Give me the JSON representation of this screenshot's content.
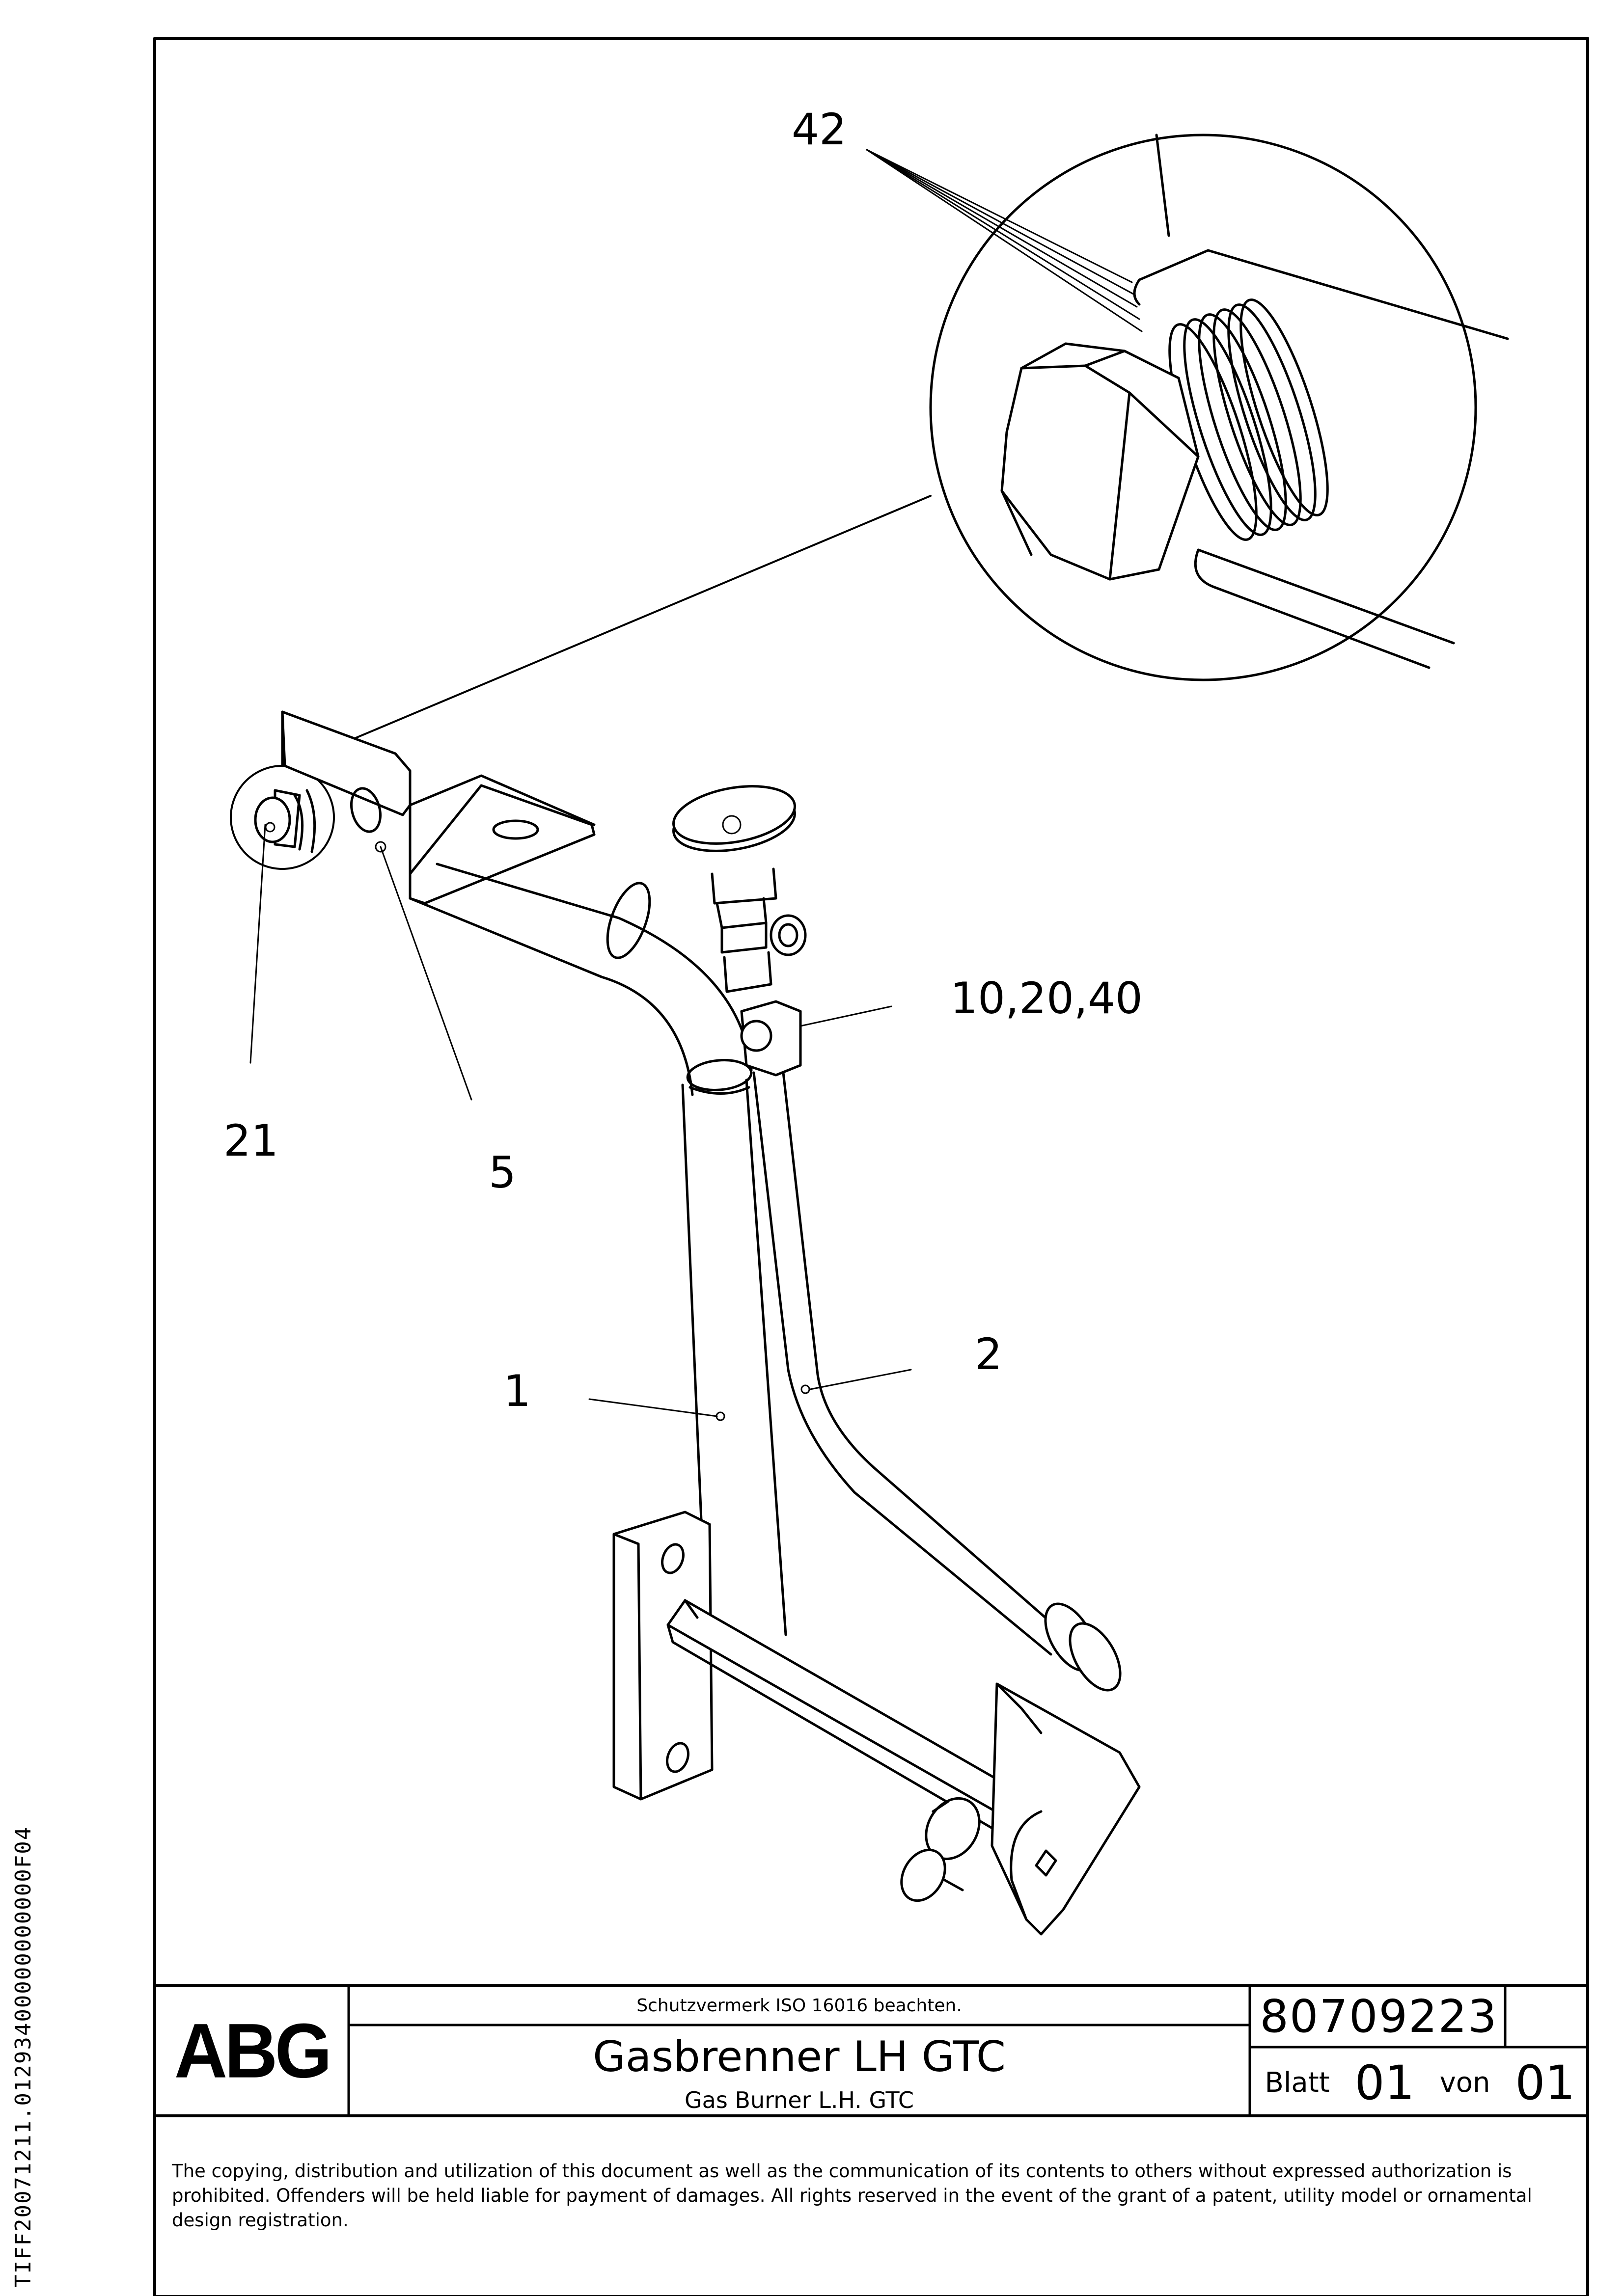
{
  "labels": {
    "item_42": "42",
    "item_10_20_40": "10,20,40",
    "item_21": "21",
    "item_5": "5",
    "item_2": "2",
    "item_1": "1"
  },
  "side_code": "TIFF20071211.01293400000000000F04",
  "title_block": {
    "logo": "ABG",
    "protection_note": "Schutzvermerk ISO 16016 beachten.",
    "title_de": "Gasbrenner LH GTC",
    "title_en": "Gas Burner L.H. GTC",
    "document_number": "80709223",
    "sheet_label": "Blatt",
    "sheet_number": "01",
    "of_label": "von",
    "sheet_total": "01"
  },
  "copyright": "The copying, distribution and utilization of this document as well as the communication of its contents to others without expressed authorization is prohibited. Offenders will be held liable for payment of damages. All rights reserved in the event of the grant of a patent, utility model or ornamental design registration."
}
